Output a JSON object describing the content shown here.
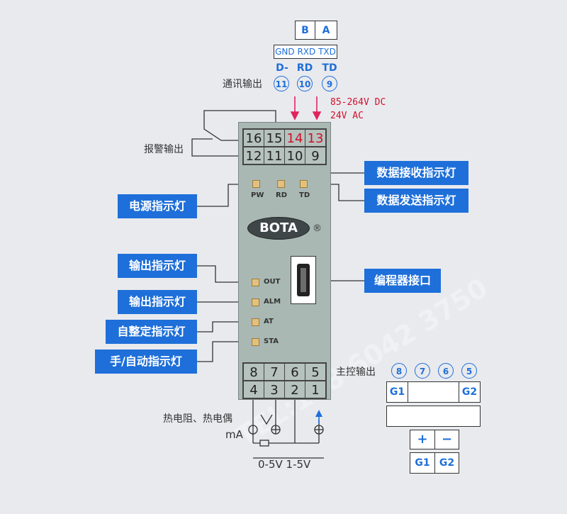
{
  "comm": {
    "top_cells": [
      "B",
      "A"
    ],
    "signal_row": "GND RXD TXD",
    "pins": [
      {
        "label": "D-",
        "num": "11"
      },
      {
        "label": "RD",
        "num": "10"
      },
      {
        "label": "TD",
        "num": "9"
      }
    ],
    "comm_output_label": "通讯输出"
  },
  "power_spec": [
    "85-264V DC",
    "24V AC"
  ],
  "alarm_output_label": "报警输出",
  "terminals": {
    "top_row1": [
      "16",
      "15",
      "14",
      "13"
    ],
    "top_row2": [
      "12",
      "11",
      "10",
      "9"
    ],
    "bottom_row1": [
      "8",
      "7",
      "6",
      "5"
    ],
    "bottom_row2": [
      "4",
      "3",
      "2",
      "1"
    ]
  },
  "leds_top": [
    "PW",
    "RD",
    "TD"
  ],
  "leds_side": [
    "OUT",
    "ALM",
    "AT",
    "STA"
  ],
  "brand": "BOTA",
  "registered_mark": "®",
  "callouts": {
    "data_receive": "数据接收指示灯",
    "data_send": "数据发送指示灯",
    "power": "电源指示灯",
    "output1": "输出指示灯",
    "output2": "输出指示灯",
    "autotune": "自整定指示灯",
    "manual_auto": "手/自动指示灯",
    "programmer": "编程器接口"
  },
  "main_output": {
    "label": "主控输出",
    "pins": [
      "8",
      "7",
      "6",
      "5"
    ],
    "g1": "G1",
    "g2": "G2",
    "plus": "+",
    "minus": "−"
  },
  "input": {
    "sensor_label": "热电阻、热电偶",
    "ma_label": "mA",
    "voltage_label": "0-5V 1-5V"
  },
  "watermark": "TEL:138 6042 3750",
  "colors": {
    "accent": "#1e6fd9",
    "red": "#d1102b",
    "module": "#a9b8b3"
  }
}
